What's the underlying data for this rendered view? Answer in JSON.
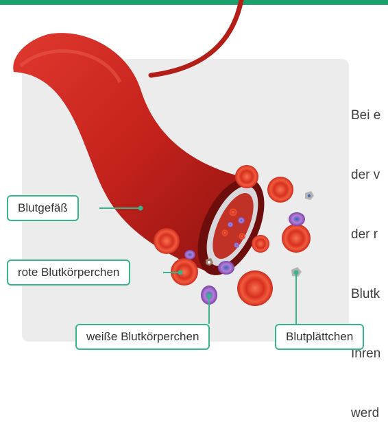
{
  "body_text_lines": [
    "Bei e",
    "der v",
    "der r",
    "Blutk",
    "Ihren",
    "werd"
  ],
  "labels": {
    "vessel": "Blutgefäß",
    "red_cells": "rote Blutkörperchen",
    "white_cells": "weiße Blutkörperchen",
    "platelets": "Blutplättchen"
  },
  "colors": {
    "accent": "#1aa06d",
    "label_border": "#36b48c",
    "panel": "#ececec",
    "vessel": "#c4221c",
    "red_cell": "#e8432c",
    "white_cell": "#9a5cc2",
    "platelet": "#9a9a9a"
  }
}
